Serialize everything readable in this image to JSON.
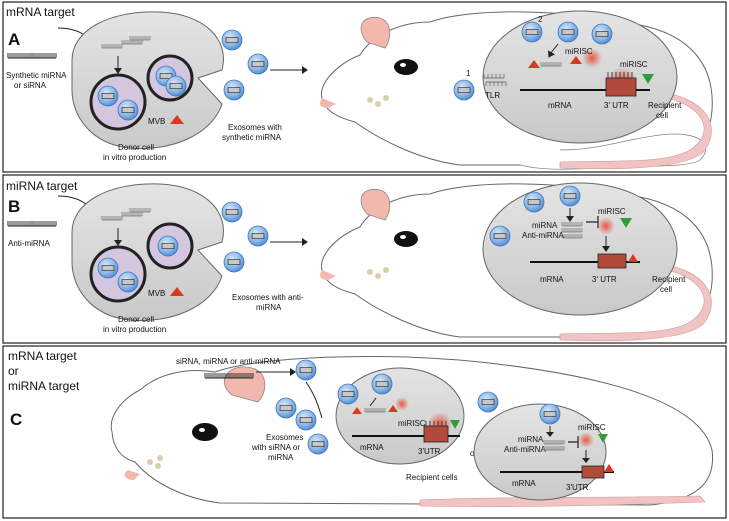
{
  "panels": {
    "a": {
      "letter": "A",
      "target": "mRNA target",
      "agent_line1": "Synthetic miRNA",
      "agent_line2": "or siRNA",
      "mvb": "MVB",
      "donor_line1": "Donor cell",
      "donor_line2": "in vitro production",
      "exo_line1": "Exosomes with",
      "exo_line2": "synthetic miRNA",
      "step1": "1",
      "step2": "2",
      "tlr": "TLR",
      "mirisc_top": "miRISC",
      "mirisc_right": "miRISC",
      "mrna": "mRNA",
      "utr": "3' UTR",
      "recipient_line1": "Recipient",
      "recipient_line2": "cell"
    },
    "b": {
      "letter": "B",
      "target": "miRNA target",
      "agent": "Anti-miRNA",
      "mvb": "MVB",
      "donor_line1": "Donor cell",
      "donor_line2": "in vitro production",
      "exo_line1": "Exosomes with anti-",
      "exo_line2": "miRNA",
      "mirna": "miRNA",
      "anti_mirna": "Anti-miRNA",
      "mirisc": "miRISC",
      "mrna": "mRNA",
      "utr": "3' UTR",
      "recipient_line1": "Recipient",
      "recipient_line2": "cell"
    },
    "c": {
      "letter": "C",
      "target_line1": "mRNA target",
      "target_line2": "or",
      "target_line3": "miRNA target",
      "agent": "siRNA, miRNA or anti-miRNA",
      "exo_line1": "Exosomes",
      "exo_line2": "with siRNA or",
      "exo_line3": "miRNA",
      "cell1_mirisc": "miRISC",
      "cell1_mrna": "mRNA",
      "cell1_utr": "3'UTR",
      "or": "or",
      "cell2_mirna": "miRNA",
      "cell2_anti": "Anti-miRNA",
      "cell2_mirisc": "miRISC",
      "cell2_mrna": "mRNA",
      "cell2_utr": "3'UTR",
      "recipient": "Recipient cells"
    }
  },
  "colors": {
    "exosome": "#4a90d9",
    "exosome_light": "#a9cbef",
    "cell_fill": "#d8d8d8",
    "mvb_fill": "#d5c6e0",
    "red": "#d93a1f",
    "green": "#2e9e3a",
    "utr_box": "#b24a3c",
    "tail": "#f2c3c3",
    "ear": "#f3b8ad"
  }
}
